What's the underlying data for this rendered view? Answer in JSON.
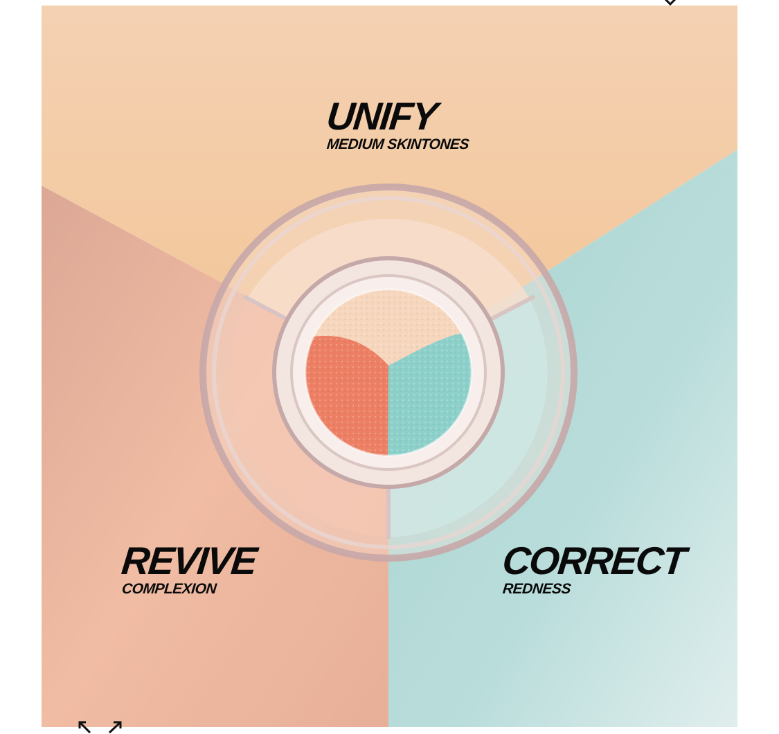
{
  "product_image": {
    "panels": [
      {
        "headline": "UNIFY",
        "subtitle": "MEDIUM SKINTONES",
        "color": "#f3cba3"
      },
      {
        "headline": "REVIVE",
        "subtitle": "COMPLEXION",
        "color": "#efbfa6"
      },
      {
        "headline": "CORRECT",
        "subtitle": "REDNESS",
        "color": "#bfe0de"
      }
    ],
    "powder_colors": {
      "peach": "#f6d6bd",
      "coral": "#ec7f64",
      "mint": "#8dd0ca"
    }
  },
  "controls": {
    "expand_icon": "expand-arrows-icon",
    "top_icon": "chevron-icon"
  }
}
